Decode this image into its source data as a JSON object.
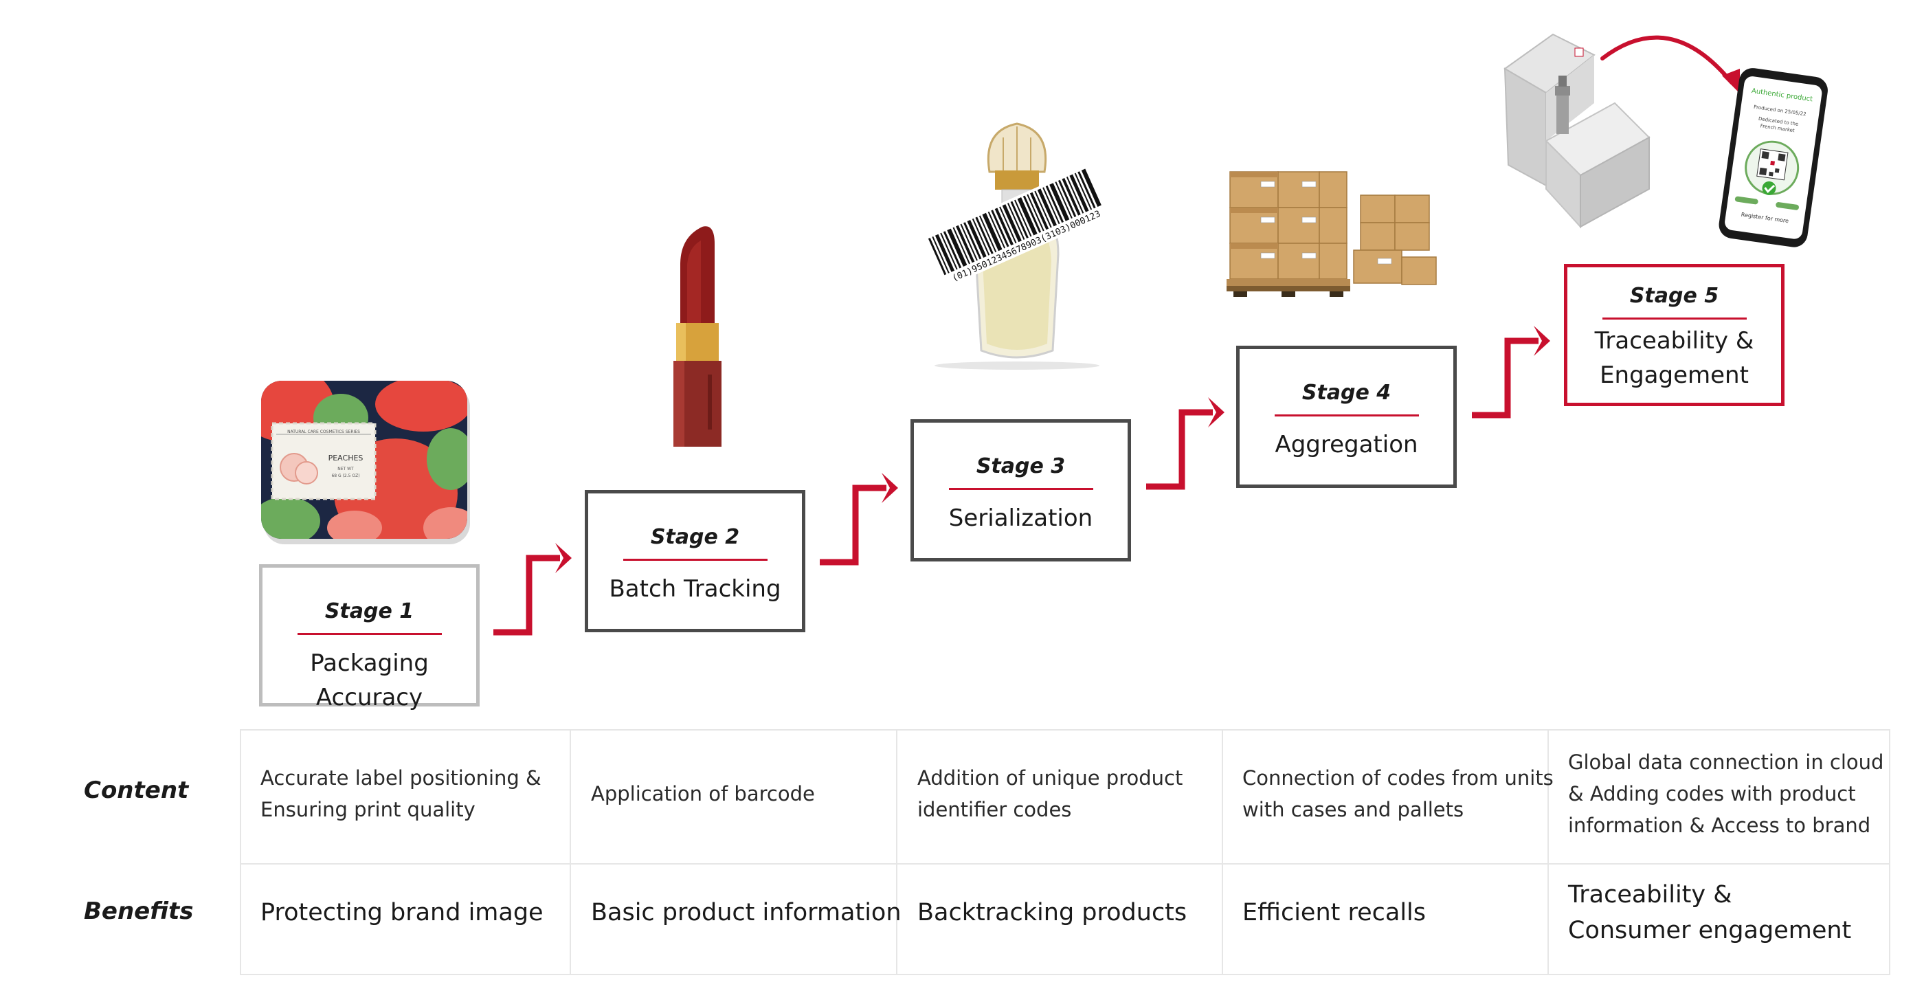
{
  "stages": [
    {
      "title": "Stage 1",
      "name": "Packaging Accuracy"
    },
    {
      "title": "Stage 2",
      "name": "Batch Tracking"
    },
    {
      "title": "Stage 3",
      "name": "Serialization"
    },
    {
      "title": "Stage 4",
      "name": "Aggregation"
    },
    {
      "title": "Stage 5",
      "name_line1": "Traceability &",
      "name_line2": "Engagement"
    }
  ],
  "table": {
    "content_label": "Content",
    "benefits_label": "Benefits",
    "content": [
      {
        "line1": "Accurate label positioning &",
        "line2": "Ensuring print quality"
      },
      {
        "line1": "Application of barcode"
      },
      {
        "line1": "Addition of unique product",
        "line2": "identifier codes"
      },
      {
        "line1": "Connection of codes from units",
        "line2": "with cases and pallets"
      },
      {
        "line1": "Global data connection in cloud",
        "line2": "& Adding codes with product",
        "line3": "information & Access to brand"
      }
    ],
    "benefits": [
      {
        "line1": "Protecting brand image"
      },
      {
        "line1": "Basic product information"
      },
      {
        "line1": "Backtracking products"
      },
      {
        "line1": "Efficient recalls"
      },
      {
        "line1": "Traceability &",
        "line2": "Consumer engagement"
      }
    ]
  },
  "illustrations": {
    "tin_label_series": "NATURAL CARE COSMETICS SERIES",
    "tin_label_name": "PEACHES",
    "tin_label_weight": "NET WT",
    "tin_label_weight_value": "68 G (2.5 OZ)",
    "barcode_text": "(01)95012345678903(3103)000123",
    "phone_header": "Authentic product",
    "phone_line1": "Produced on 25/05/22",
    "phone_line2": "Dedicated to the",
    "phone_line3": "French market",
    "phone_footer": "Register for more"
  },
  "colors": {
    "accent": "#c8102e",
    "box_gray": "#4a4a4a",
    "box_light": "#bdbdbd",
    "grid": "#e6e6e6"
  }
}
